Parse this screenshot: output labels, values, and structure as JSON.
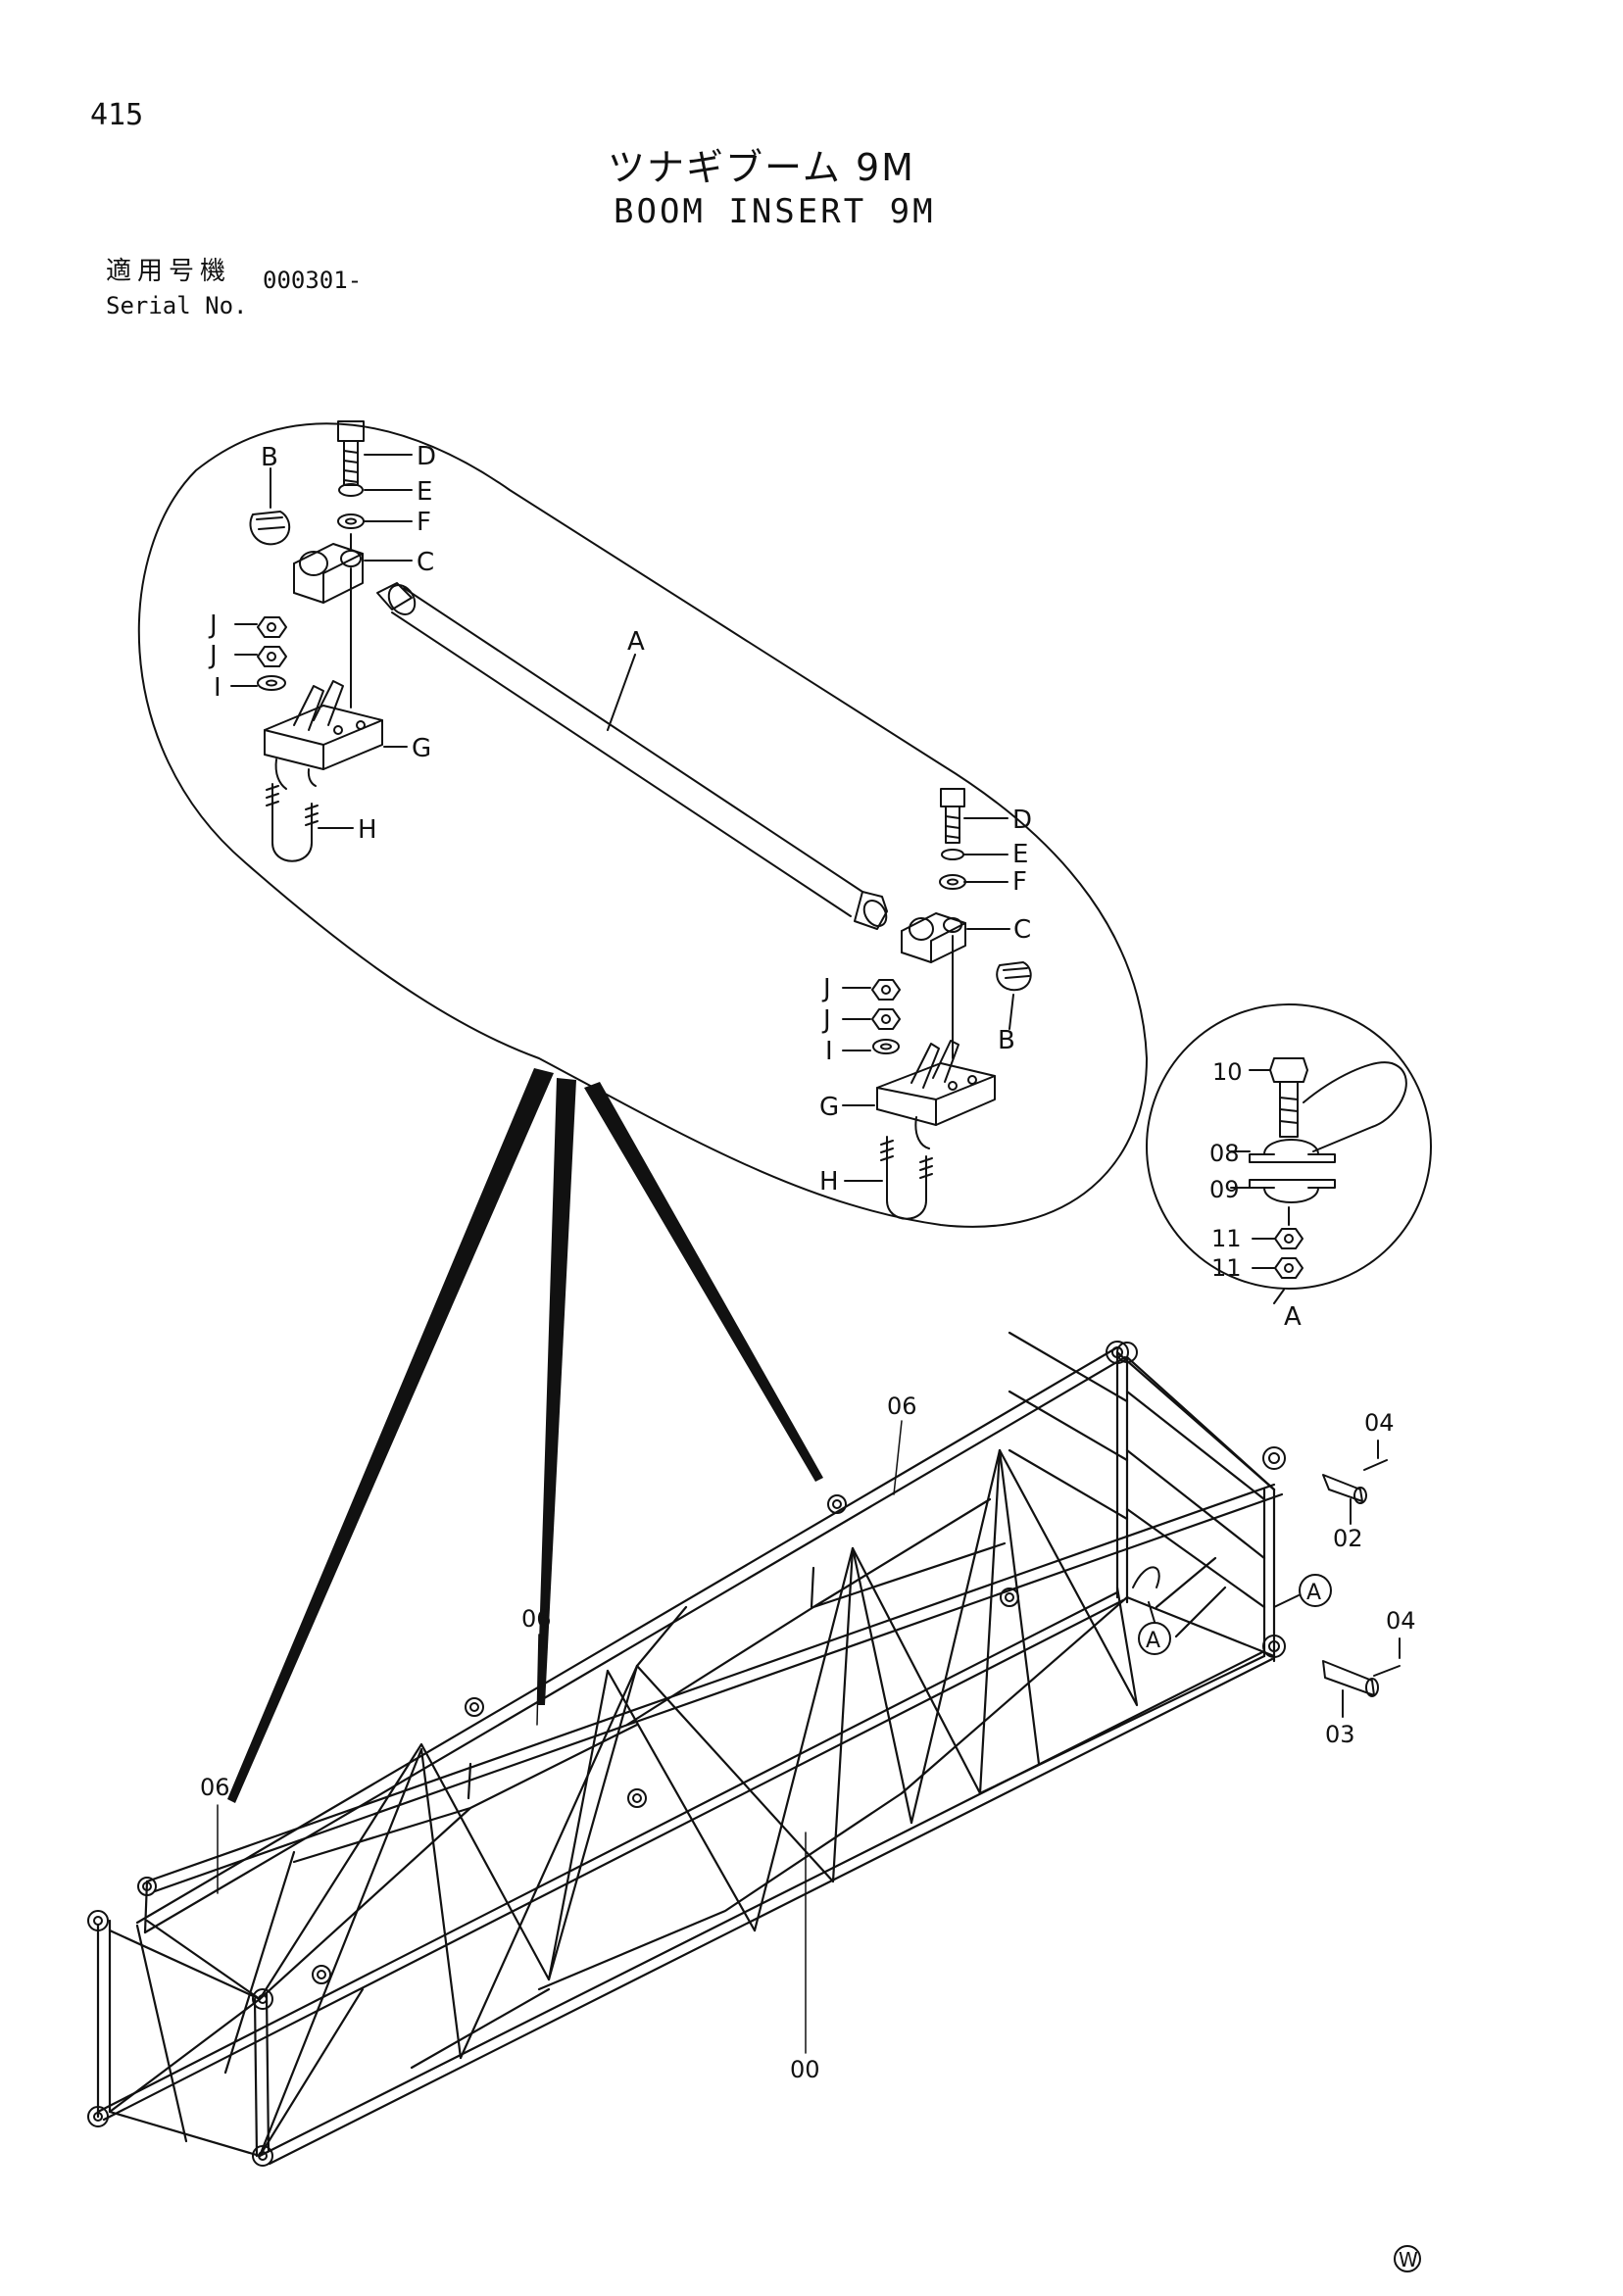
{
  "header": {
    "page_number": "415",
    "title_jp": "ツナギブーム 9M",
    "title_en": "BOOM INSERT 9M",
    "serial_label_jp": "適用号機",
    "serial_label_en": "Serial No.",
    "serial_value": "000301-"
  },
  "callouts": {
    "A": "A",
    "B": "B",
    "C": "C",
    "D": "D",
    "E": "E",
    "F": "F",
    "G": "G",
    "H": "H",
    "I": "I",
    "J": "J",
    "p00": "00",
    "p02": "02",
    "p03": "03",
    "p04": "04",
    "p06": "06",
    "p08": "08",
    "p09": "09",
    "p10": "10",
    "p11": "11"
  },
  "footer": {
    "mark": "W"
  }
}
